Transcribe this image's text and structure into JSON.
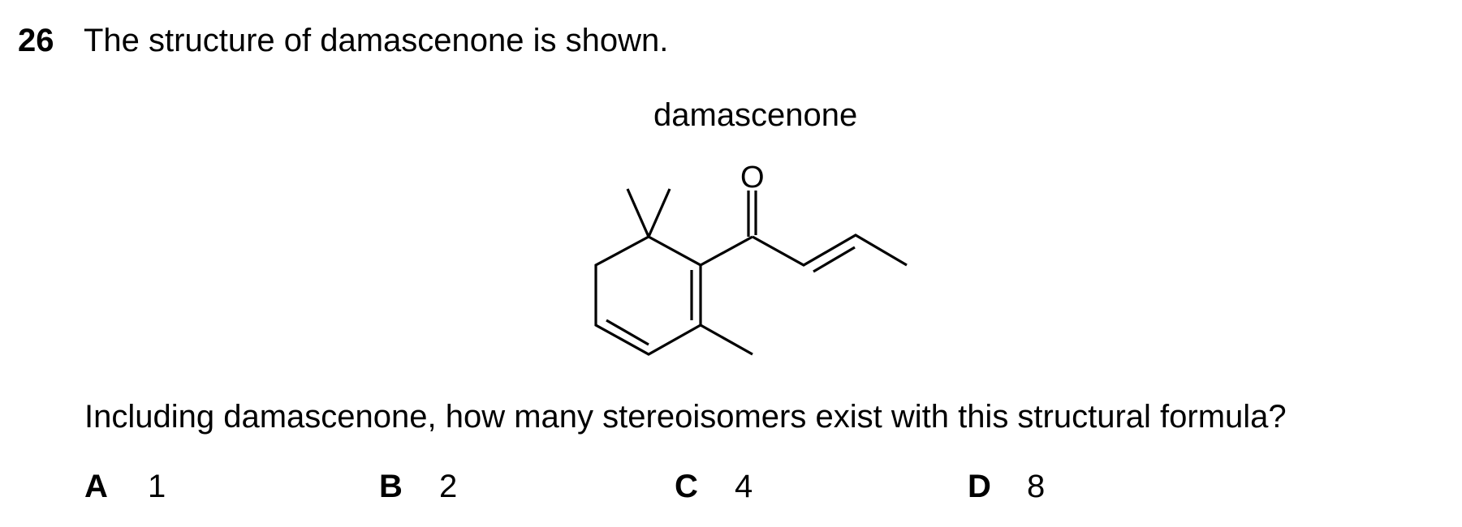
{
  "question": {
    "number": "26",
    "intro": "The structure of damascenone is shown.",
    "structure_label": "damascenone",
    "oxygen_label": "O",
    "prompt": "Including damascenone, how many stereoisomers exist with this structural formula?",
    "options": [
      {
        "letter": "A",
        "value": "1"
      },
      {
        "letter": "B",
        "value": "2"
      },
      {
        "letter": "C",
        "value": "4"
      },
      {
        "letter": "D",
        "value": "8"
      }
    ]
  }
}
